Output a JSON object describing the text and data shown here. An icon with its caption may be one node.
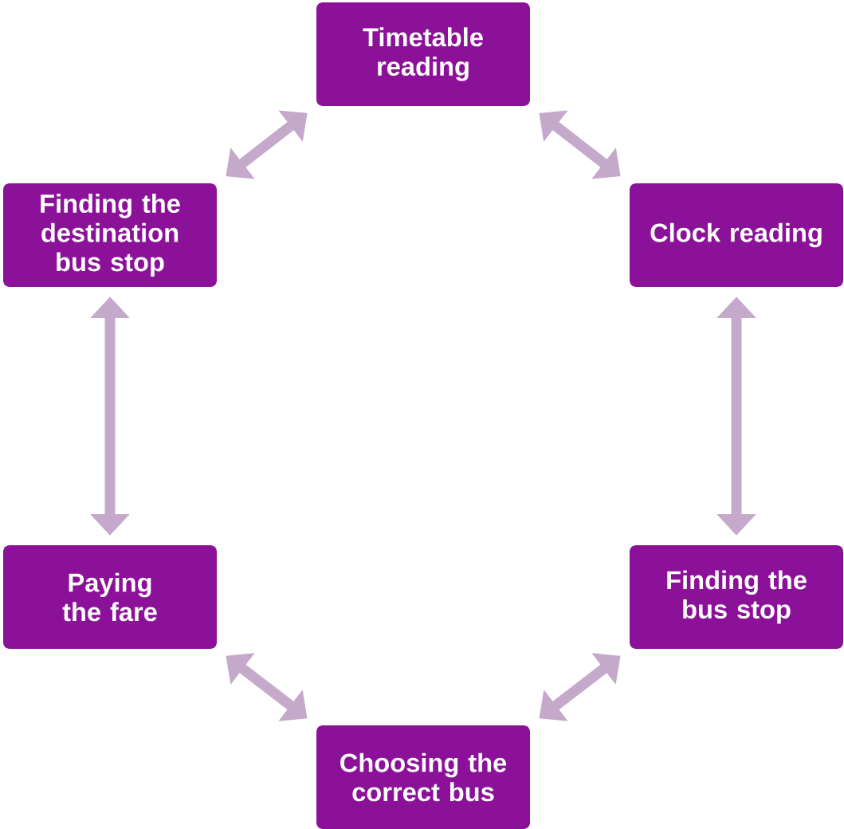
{
  "diagram": {
    "nodes": [
      {
        "text": [
          "Timetable reading"
        ]
      },
      {
        "text": [
          "Clock reading"
        ]
      },
      {
        "text": [
          "Finding the bus stop"
        ]
      },
      {
        "text": [
          "Choosing the correct bus"
        ]
      },
      {
        "text": [
          "Paying the fare"
        ]
      },
      {
        "text": [
          "Finding the destination bus stop"
        ]
      }
    ],
    "edges": [
      {
        "from": 0,
        "to": 1,
        "arrow": "both"
      },
      {
        "from": 1,
        "to": 2,
        "arrow": "both"
      },
      {
        "from": 2,
        "to": 3,
        "arrow": "both"
      },
      {
        "from": 3,
        "to": 4,
        "arrow": "both"
      },
      {
        "from": 4,
        "to": 5,
        "arrow": "both"
      },
      {
        "from": 5,
        "to": 0,
        "arrow": "both"
      }
    ]
  }
}
